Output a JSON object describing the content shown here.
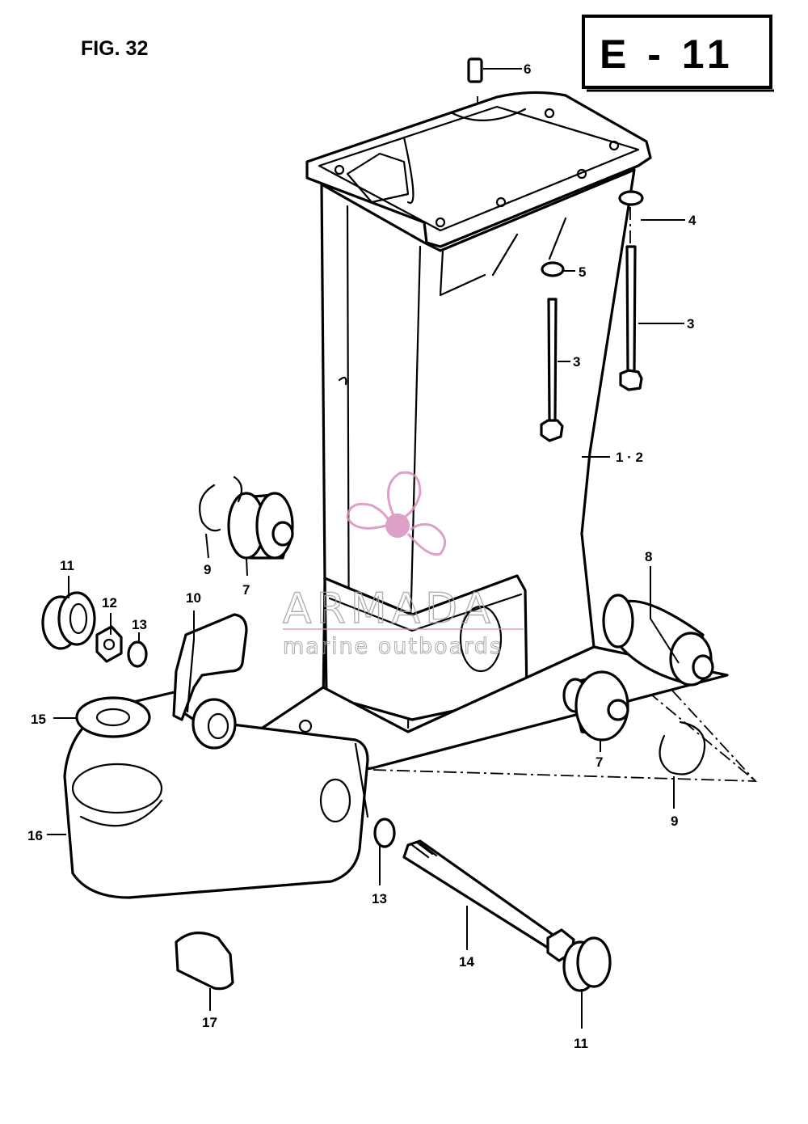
{
  "figure": {
    "label": "FIG. 32",
    "code": "E - 11"
  },
  "watermark": {
    "brand": "ARMADA",
    "tagline": "marine outboards",
    "color": "#d98fbf"
  },
  "callouts": {
    "c1_2": "1 · 2",
    "c3a": "3",
    "c3b": "3",
    "c4": "4",
    "c5": "5",
    "c6": "6",
    "c7a": "7",
    "c7b": "7",
    "c8": "8",
    "c9a": "9",
    "c9b": "9",
    "c10": "10",
    "c11a": "11",
    "c11b": "11",
    "c12": "12",
    "c13a": "13",
    "c13b": "13",
    "c14": "14",
    "c15": "15",
    "c16": "16",
    "c17": "17"
  },
  "icons": [
    "propeller-logo-icon"
  ]
}
